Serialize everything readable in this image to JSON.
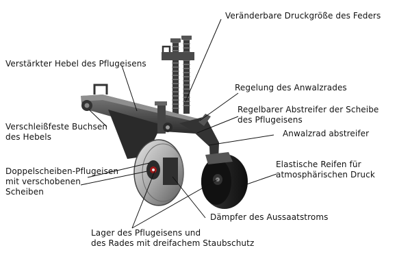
{
  "labels": {
    "pressure": "Veränderbare Druckgröße des Feders",
    "lever": "Verstärkter Hebel des Pflugeisens",
    "roller_adjust": "Regelung des Anwalzrades",
    "disc_scraper": "Regelbarer Abstreifer der Scheibe\ndes Pflugeisens",
    "bushings": "Verschleißfeste Buchsen\ndes Hebels",
    "roller_scraper": "Anwalzrad abstreifer",
    "double_disc": "Doppelscheiben-Pflugeisen\nmit verschobenen\nScheiben",
    "tyres": "Elastische Reifen für\natmosphärischen Druck",
    "damper": "Dämpfer des Aussaatstroms",
    "bearings": "Lager des Pflugeisens und\ndes Rades mit dreifachem Staubschutz"
  },
  "colors": {
    "metal_dark": "#2b2b2b",
    "metal_mid": "#555555",
    "metal_light": "#9a9a9a",
    "disc": "#b8b8b8",
    "hub_red": "#a01818",
    "tyre": "#1a1a1a",
    "leader": "#111111"
  }
}
